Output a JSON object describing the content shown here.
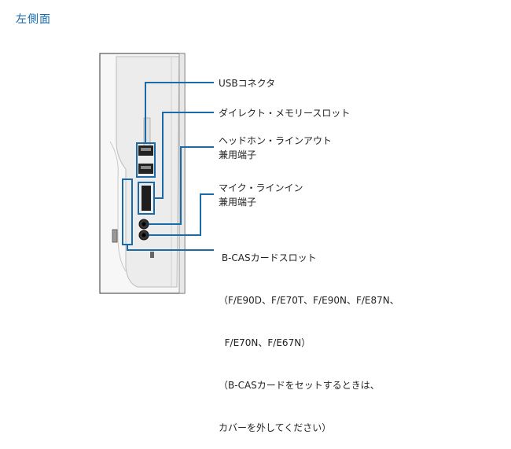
{
  "page": {
    "heading": "左側面"
  },
  "colors": {
    "accent": "#1a6aa8",
    "leader": "#1a6aa8",
    "device_body": "#f4f4f4",
    "device_outline": "#333333"
  },
  "callouts": [
    {
      "id": "usb",
      "lines": [
        "USBコネクタ"
      ]
    },
    {
      "id": "memory",
      "lines": [
        "ダイレクト・メモリースロット"
      ]
    },
    {
      "id": "headphone",
      "lines": [
        "ヘッドホン・ラインアウト",
        "兼用端子"
      ]
    },
    {
      "id": "mic",
      "lines": [
        "マイク・ラインイン",
        "兼用端子"
      ]
    },
    {
      "id": "bcas",
      "lines": [
        " B-CASカードスロット",
        "（F/E90D、F/E70T、F/E90N、F/E87N、",
        "  F/E70N、F/E67N）",
        "（B-CASカードをセットするときは、",
        "カバーを外してください）"
      ]
    }
  ]
}
